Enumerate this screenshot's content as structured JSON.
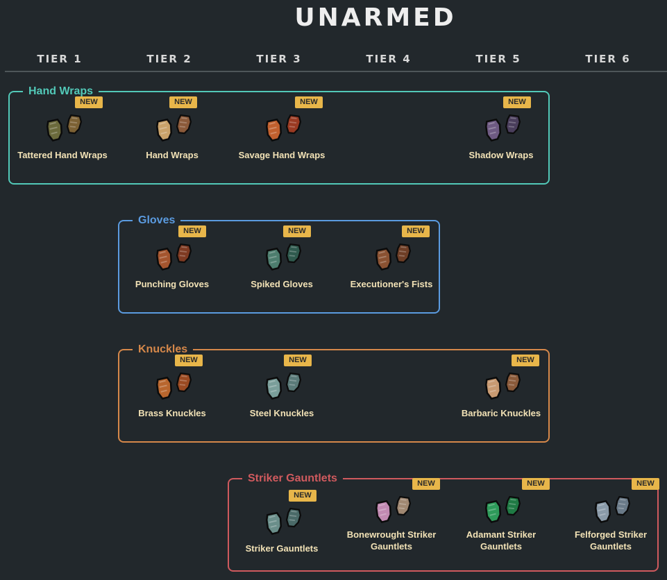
{
  "page": {
    "title": "UNARMED"
  },
  "tiers": [
    "TIER 1",
    "TIER 2",
    "TIER 3",
    "TIER 4",
    "TIER 5",
    "TIER 6"
  ],
  "badge_text": "NEW",
  "colors": {
    "hand_wraps": "#52c9b8",
    "gloves": "#5b9be0",
    "knuckles": "#d6884a",
    "striker_gauntlets": "#d05a5e",
    "badge": "#e8b64a",
    "item_text": "#f2e2b6"
  },
  "groups": [
    {
      "name": "Hand Wraps",
      "items": [
        {
          "name": "Tattered Hand Wraps",
          "tier": 1,
          "badge": "NEW",
          "icon": "tattered-hand-wraps-icon",
          "colors": [
            "#6b6a3c",
            "#7c6134"
          ]
        },
        {
          "name": "Hand Wraps",
          "tier": 2,
          "badge": "NEW",
          "icon": "hand-wraps-icon",
          "colors": [
            "#c9a26a",
            "#8b5a3a"
          ]
        },
        {
          "name": "Savage Hand Wraps",
          "tier": 3,
          "badge": "NEW",
          "icon": "savage-hand-wraps-icon",
          "colors": [
            "#c0602e",
            "#9a3a22"
          ]
        },
        {
          "name": "Shadow Wraps",
          "tier": 5,
          "badge": "NEW",
          "icon": "shadow-wraps-icon",
          "colors": [
            "#6e5a82",
            "#4a3e5c"
          ]
        }
      ]
    },
    {
      "name": "Gloves",
      "items": [
        {
          "name": "Punching Gloves",
          "tier": 2,
          "badge": "NEW",
          "icon": "punching-gloves-icon",
          "colors": [
            "#a4552e",
            "#7e3a22"
          ]
        },
        {
          "name": "Spiked Gloves",
          "tier": 3,
          "badge": "NEW",
          "icon": "spiked-gloves-icon",
          "colors": [
            "#4d7d6e",
            "#2f5a4e"
          ]
        },
        {
          "name": "Executioner's Fists",
          "tier": 4,
          "badge": "NEW",
          "icon": "executioners-fists-icon",
          "colors": [
            "#8a5232",
            "#6e3e26"
          ]
        }
      ]
    },
    {
      "name": "Knuckles",
      "items": [
        {
          "name": "Brass Knuckles",
          "tier": 2,
          "badge": "NEW",
          "icon": "brass-knuckles-icon",
          "colors": [
            "#b8662e",
            "#9a4a22"
          ]
        },
        {
          "name": "Steel Knuckles",
          "tier": 3,
          "badge": "NEW",
          "icon": "steel-knuckles-icon",
          "colors": [
            "#7a9e9a",
            "#5a7a78"
          ]
        },
        {
          "name": "Barbaric Knuckles",
          "tier": 5,
          "badge": "NEW",
          "icon": "barbaric-knuckles-icon",
          "colors": [
            "#c89a72",
            "#8a5a3a"
          ]
        }
      ]
    },
    {
      "name": "Striker Gauntlets",
      "items": [
        {
          "name": "Striker Gauntlets",
          "tier": 3,
          "badge": "NEW",
          "icon": "striker-gauntlets-icon",
          "colors": [
            "#6a8e8a",
            "#4a6a68"
          ]
        },
        {
          "name": "Bonewrought Striker Gauntlets",
          "tier": 4,
          "badge": "NEW",
          "icon": "bonewrought-striker-gauntlets-icon",
          "colors": [
            "#c28ab2",
            "#a08872"
          ]
        },
        {
          "name": "Adamant Striker Gauntlets",
          "tier": 5,
          "badge": "NEW",
          "icon": "adamant-striker-gauntlets-icon",
          "colors": [
            "#2e9a5a",
            "#1f7a44"
          ]
        },
        {
          "name": "Felforged Striker Gauntlets",
          "tier": 6,
          "badge": "NEW",
          "icon": "felforged-striker-gauntlets-icon",
          "colors": [
            "#8a9aa8",
            "#6a7a88"
          ]
        }
      ]
    }
  ]
}
